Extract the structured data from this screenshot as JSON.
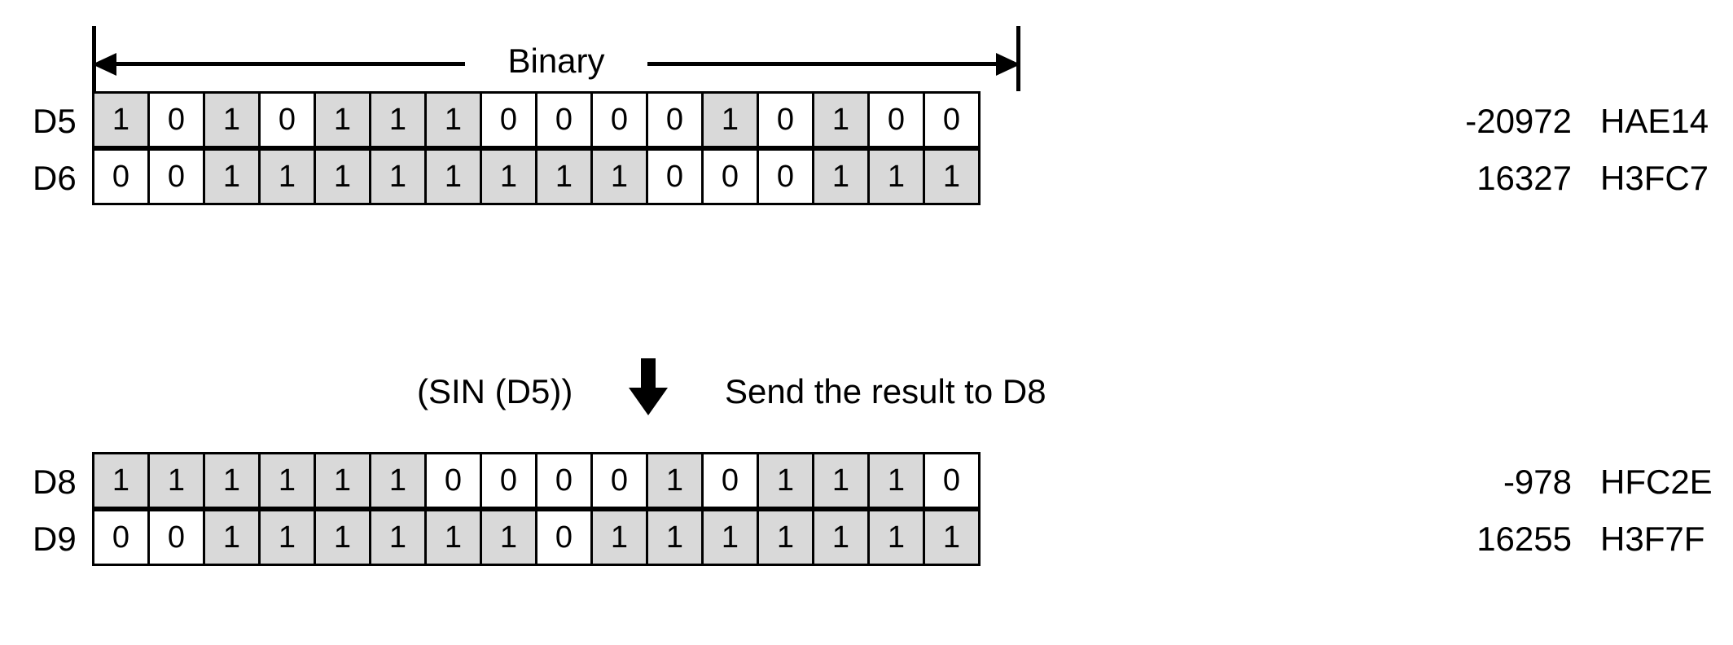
{
  "diagram": {
    "span_header": {
      "label": "Binary",
      "left_arrow_icon": "arrow-left-icon",
      "right_arrow_icon": "arrow-right-icon"
    },
    "operation": {
      "expression": "(SIN (D5))",
      "arrow_icon": "arrow-down-icon",
      "description": "Send the result to D8"
    },
    "top_group": {
      "rows": [
        {
          "name": "D5",
          "bits": [
            "1",
            "0",
            "1",
            "0",
            "1",
            "1",
            "1",
            "0",
            "0",
            "0",
            "0",
            "1",
            "0",
            "1",
            "0",
            "0"
          ],
          "decimal": "-20972",
          "hex": "HAE14"
        },
        {
          "name": "D6",
          "bits": [
            "0",
            "0",
            "1",
            "1",
            "1",
            "1",
            "1",
            "1",
            "1",
            "1",
            "0",
            "0",
            "0",
            "1",
            "1",
            "1"
          ],
          "decimal": "16327",
          "hex": "H3FC7"
        }
      ]
    },
    "bottom_group": {
      "rows": [
        {
          "name": "D8",
          "bits": [
            "1",
            "1",
            "1",
            "1",
            "1",
            "1",
            "0",
            "0",
            "0",
            "0",
            "1",
            "0",
            "1",
            "1",
            "1",
            "0"
          ],
          "decimal": "-978",
          "hex": "HFC2E"
        },
        {
          "name": "D9",
          "bits": [
            "0",
            "0",
            "1",
            "1",
            "1",
            "1",
            "1",
            "1",
            "0",
            "1",
            "1",
            "1",
            "1",
            "1",
            "1",
            "1"
          ],
          "decimal": "16255",
          "hex": "H3F7F"
        }
      ]
    },
    "colors": {
      "bit_on_fill": "#d9d9d9",
      "bit_off_fill": "#ffffff",
      "stroke": "#000000",
      "background": "#ffffff"
    }
  }
}
